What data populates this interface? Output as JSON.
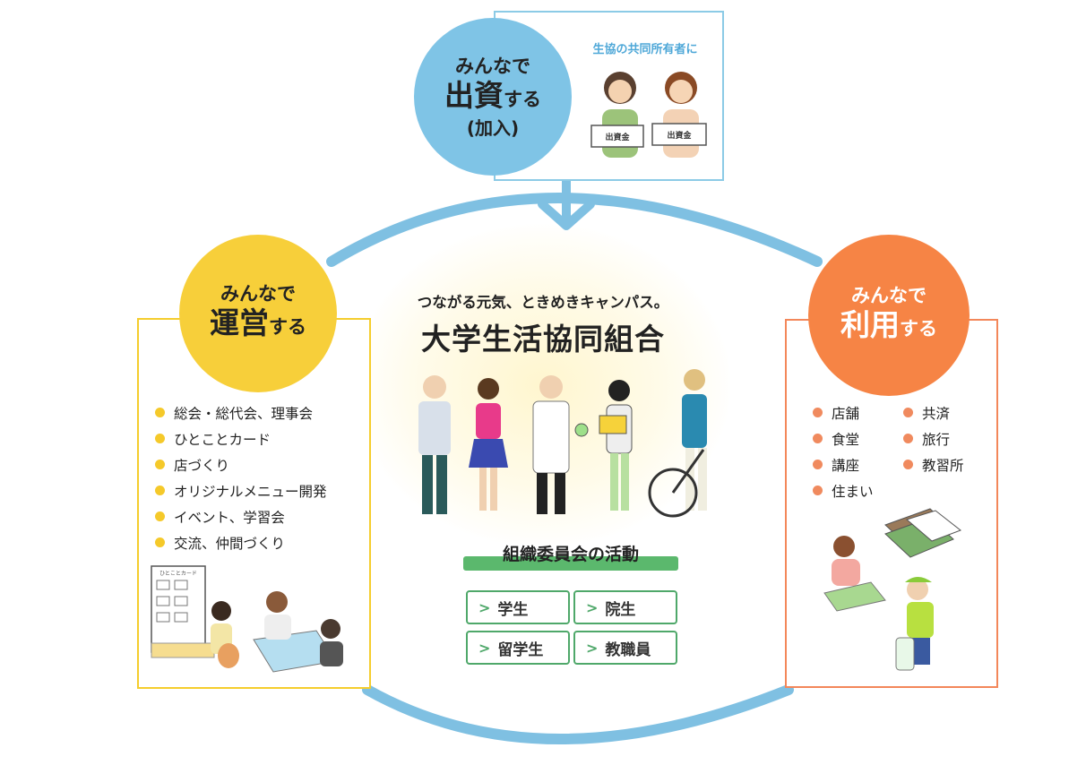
{
  "invest": {
    "line1": "みんなで",
    "line2_main": "出資",
    "line2_suffix": "する",
    "line3": "(加入)",
    "caption": "生協の共同所有者に",
    "tag1": "出資金",
    "tag2": "出資金"
  },
  "manage": {
    "line1": "みんなで",
    "line2_main": "運営",
    "line2_suffix": "する",
    "items": [
      "総会・総代会、理事会",
      "ひとことカード",
      "店づくり",
      "オリジナルメニュー開発",
      "イベント、学習会",
      "交流、仲間づくり"
    ],
    "board_title": "ひとことカード"
  },
  "use": {
    "line1": "みんなで",
    "line2_main": "利用",
    "line2_suffix": "する",
    "col1": [
      "店舗",
      "食堂",
      "講座",
      "住まい"
    ],
    "col2": [
      "共済",
      "旅行",
      "教習所"
    ]
  },
  "center": {
    "catchphrase": "つながる元気、ときめきキャンパス。",
    "org_name": "大学生活協同組合",
    "activity": "組織委員会の活動",
    "members": [
      "学生",
      "院生",
      "留学生",
      "教職員"
    ]
  },
  "colors": {
    "blue": "#7fc4e6",
    "yellow": "#f7cf3a",
    "orange": "#f68445",
    "green": "#4fa86a"
  }
}
